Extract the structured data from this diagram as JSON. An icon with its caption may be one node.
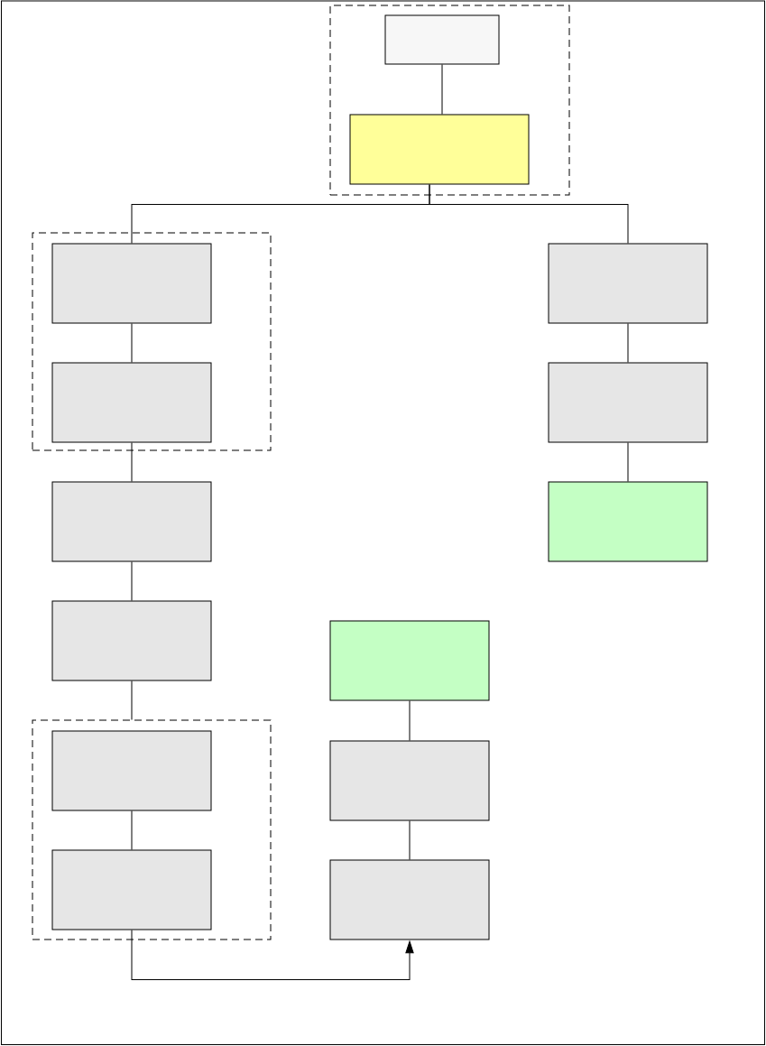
{
  "diagram": {
    "nodes": [
      {
        "text": [],
        "shape": "box"
      },
      {
        "text": [],
        "shape": "box",
        "in": 0
      },
      {
        "text": [],
        "shape": "box",
        "in": 0
      },
      {
        "text": [],
        "shape": "box"
      },
      {
        "text": [],
        "shape": "box",
        "in": 3
      },
      {
        "text": [],
        "shape": "box",
        "in": 3
      },
      {
        "text": [],
        "shape": "box"
      },
      {
        "text": [],
        "shape": "box"
      },
      {
        "text": [],
        "shape": "box"
      },
      {
        "text": [],
        "shape": "box"
      },
      {
        "text": [],
        "shape": "box"
      },
      {
        "text": [],
        "shape": "box"
      },
      {
        "text": [],
        "shape": "box"
      },
      {
        "text": [],
        "shape": "box",
        "in": 12
      },
      {
        "text": [],
        "shape": "box",
        "in": 12
      },
      {
        "text": [],
        "shape": "box"
      },
      {
        "text": [],
        "shape": "box"
      }
    ],
    "edges": [
      {
        "from": 1,
        "to": 2,
        "arrow": "none"
      },
      {
        "from": 2,
        "to": 4,
        "arrow": "none"
      },
      {
        "from": 2,
        "to": 6,
        "arrow": "none"
      },
      {
        "from": 4,
        "to": 5,
        "arrow": "none"
      },
      {
        "from": 5,
        "to": 8,
        "arrow": "none"
      },
      {
        "from": 6,
        "to": 7,
        "arrow": "none"
      },
      {
        "from": 7,
        "to": 9,
        "arrow": "none"
      },
      {
        "from": 8,
        "to": 10,
        "arrow": "none"
      },
      {
        "from": 10,
        "to": 12,
        "arrow": "none"
      },
      {
        "from": 13,
        "to": 14,
        "arrow": "none"
      },
      {
        "from": 11,
        "to": 15,
        "arrow": "none"
      },
      {
        "from": 15,
        "to": 16,
        "arrow": "none"
      },
      {
        "from": 14,
        "to": 16,
        "arrow": "to"
      }
    ]
  }
}
